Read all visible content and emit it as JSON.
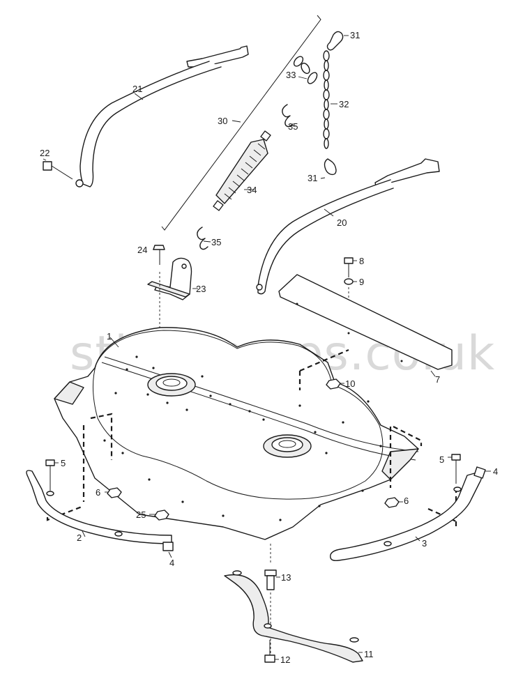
{
  "watermark": "stigaspares.co.uk",
  "callouts": [
    {
      "id": "c1",
      "text": "1"
    },
    {
      "id": "c2",
      "text": "2"
    },
    {
      "id": "c3",
      "text": "3"
    },
    {
      "id": "c4a",
      "text": "4"
    },
    {
      "id": "c4b",
      "text": "4"
    },
    {
      "id": "c5a",
      "text": "5"
    },
    {
      "id": "c5b",
      "text": "5"
    },
    {
      "id": "c6a",
      "text": "6"
    },
    {
      "id": "c6b",
      "text": "6"
    },
    {
      "id": "c7",
      "text": "7"
    },
    {
      "id": "c8",
      "text": "8"
    },
    {
      "id": "c9",
      "text": "9"
    },
    {
      "id": "c10",
      "text": "10"
    },
    {
      "id": "c11",
      "text": "11"
    },
    {
      "id": "c12",
      "text": "12"
    },
    {
      "id": "c13",
      "text": "13"
    },
    {
      "id": "c20",
      "text": "20"
    },
    {
      "id": "c21",
      "text": "21"
    },
    {
      "id": "c22",
      "text": "22"
    },
    {
      "id": "c23",
      "text": "23"
    },
    {
      "id": "c24",
      "text": "24"
    },
    {
      "id": "c25",
      "text": "25"
    },
    {
      "id": "c30",
      "text": "30"
    },
    {
      "id": "c31a",
      "text": "31"
    },
    {
      "id": "c31b",
      "text": "31"
    },
    {
      "id": "c32",
      "text": "32"
    },
    {
      "id": "c33",
      "text": "33"
    },
    {
      "id": "c34",
      "text": "34"
    },
    {
      "id": "c35a",
      "text": "35"
    },
    {
      "id": "c35b",
      "text": "35"
    }
  ]
}
